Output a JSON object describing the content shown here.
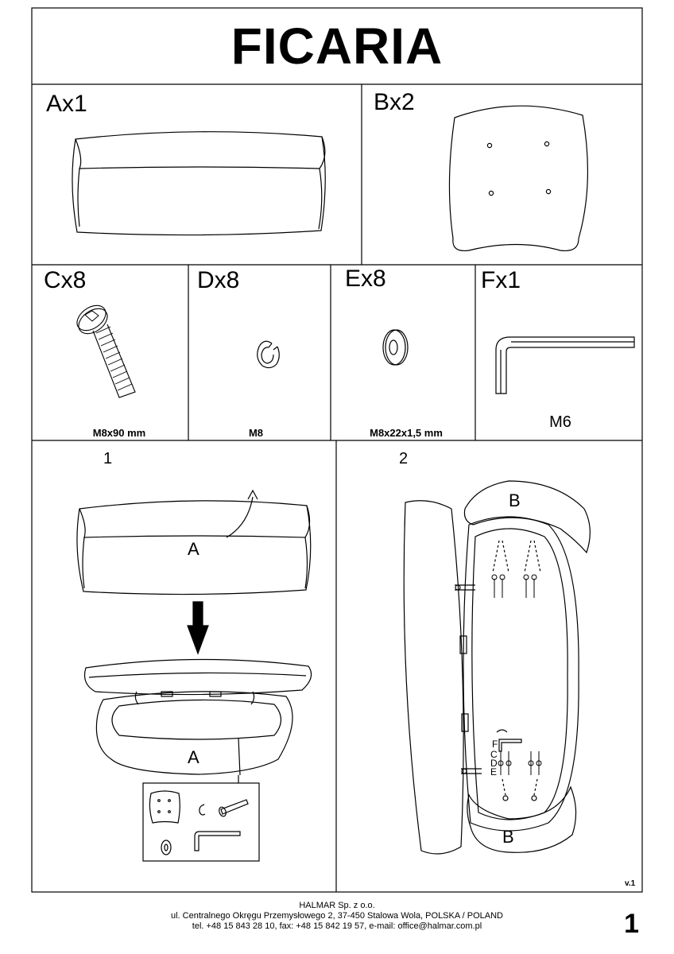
{
  "title": "FICARIA",
  "parts": {
    "a": {
      "label": "Ax1"
    },
    "b": {
      "label": "Bx2"
    },
    "c": {
      "label": "Cx8",
      "spec": "M8x90 mm"
    },
    "d": {
      "label": "Dx8",
      "spec": "M8"
    },
    "e": {
      "label": "Ex8",
      "spec": "M8x22x1,5 mm"
    },
    "f": {
      "label": "Fx1",
      "spec": "M6"
    }
  },
  "steps": {
    "step1": {
      "number": "1",
      "callout_top": "A",
      "callout_bottom": "A"
    },
    "step2": {
      "number": "2",
      "callout_top": "B",
      "callout_bottom": "B",
      "letters": [
        "F",
        "C",
        "D",
        "E"
      ]
    }
  },
  "version": "v.1",
  "footer": {
    "company": "HALMAR Sp. z o.o.",
    "address": "ul. Centralnego Okręgu Przemysłowego 2, 37-450 Stalowa Wola, POLSKA / POLAND",
    "contact": "tel. +48 15 843 28 10, fax: +48 15 842 19 57, e-mail: office@halmar.com.pl"
  },
  "page_number": "1"
}
